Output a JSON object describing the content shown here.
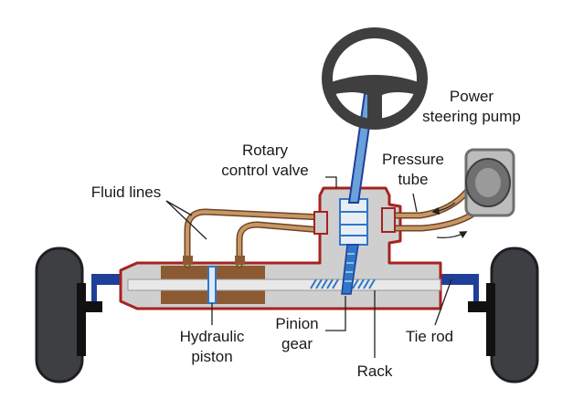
{
  "labels": {
    "power_steering_pump_line1": "Power",
    "power_steering_pump_line2": "steering pump",
    "rotary_control_valve_line1": "Rotary",
    "rotary_control_valve_line2": "control valve",
    "pressure_tube_line1": "Pressure",
    "pressure_tube_line2": "tube",
    "fluid_lines": "Fluid lines",
    "hydraulic_piston_line1": "Hydraulic",
    "hydraulic_piston_line2": "piston",
    "pinion_gear_line1": "Pinion",
    "pinion_gear_line2": "gear",
    "tie_rod": "Tie rod",
    "rack": "Rack"
  },
  "colors": {
    "tire": "#3d3f43",
    "tire_edge": "#1e1f22",
    "hub": "#111111",
    "tie_rod": "#1f3f99",
    "housing_fill": "#cfcfcf",
    "housing_outline": "#a5231f",
    "fluid_brown": "#8b5a33",
    "fluid_line_fill": "#c79866",
    "rack_fill": "#e8e8e8",
    "pinion_blue": "#2e77c8",
    "shaft_blue": "#6aa1da",
    "wheel_gray": "#3f3f3f",
    "pump_gray": "#6f6f6f",
    "pump_body": "#bdbdbd",
    "leader": "#222222"
  }
}
